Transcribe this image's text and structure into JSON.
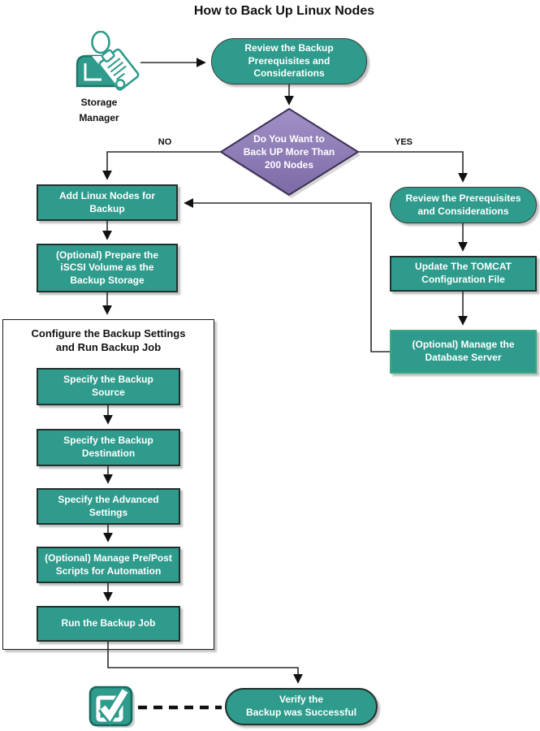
{
  "title": "How to Back Up Linux Nodes",
  "colors": {
    "teal": "#2E9B8C",
    "teal-dark": "#1F7467",
    "purple-light": "#A091C7",
    "purple-dark": "#7C6AA6",
    "purple-border": "#3E3054",
    "green-border": "#3BAA7E",
    "line": "#2B2B2B"
  },
  "actor": {
    "label": "Storage\nManager"
  },
  "decision": {
    "label": "Do You Want to\nBack UP More Than\n200  Nodes",
    "no": "NO",
    "yes": "YES"
  },
  "group": {
    "title": "Configure the Backup Settings\nand Run Backup Job"
  },
  "nodes": {
    "review_backup": {
      "label": "Review the Backup\nPrerequisites and\nConsiderations"
    },
    "add_linux": {
      "label": "Add Linux Nodes for\nBackup"
    },
    "iscsi": {
      "label": "(Optional) Prepare the\niSCSI Volume as the\nBackup Storage"
    },
    "source": {
      "label": "Specify the Backup\nSource"
    },
    "destination": {
      "label": "Specify the Backup\nDestination"
    },
    "advanced": {
      "label": "Specify the Advanced\nSettings"
    },
    "prepost": {
      "label": "(Optional) Manage Pre/Post\nScripts for Automation"
    },
    "run_job": {
      "label": "Run the Backup Job"
    },
    "review_prereq": {
      "label": "Review the Prerequisites\nand Considerations"
    },
    "tomcat": {
      "label": "Update The TOMCAT\nConfiguration File"
    },
    "db_server": {
      "label": "(Optional) Manage the\nDatabase Server"
    },
    "verify": {
      "label": "Verify the\nBackup was Successful"
    }
  }
}
